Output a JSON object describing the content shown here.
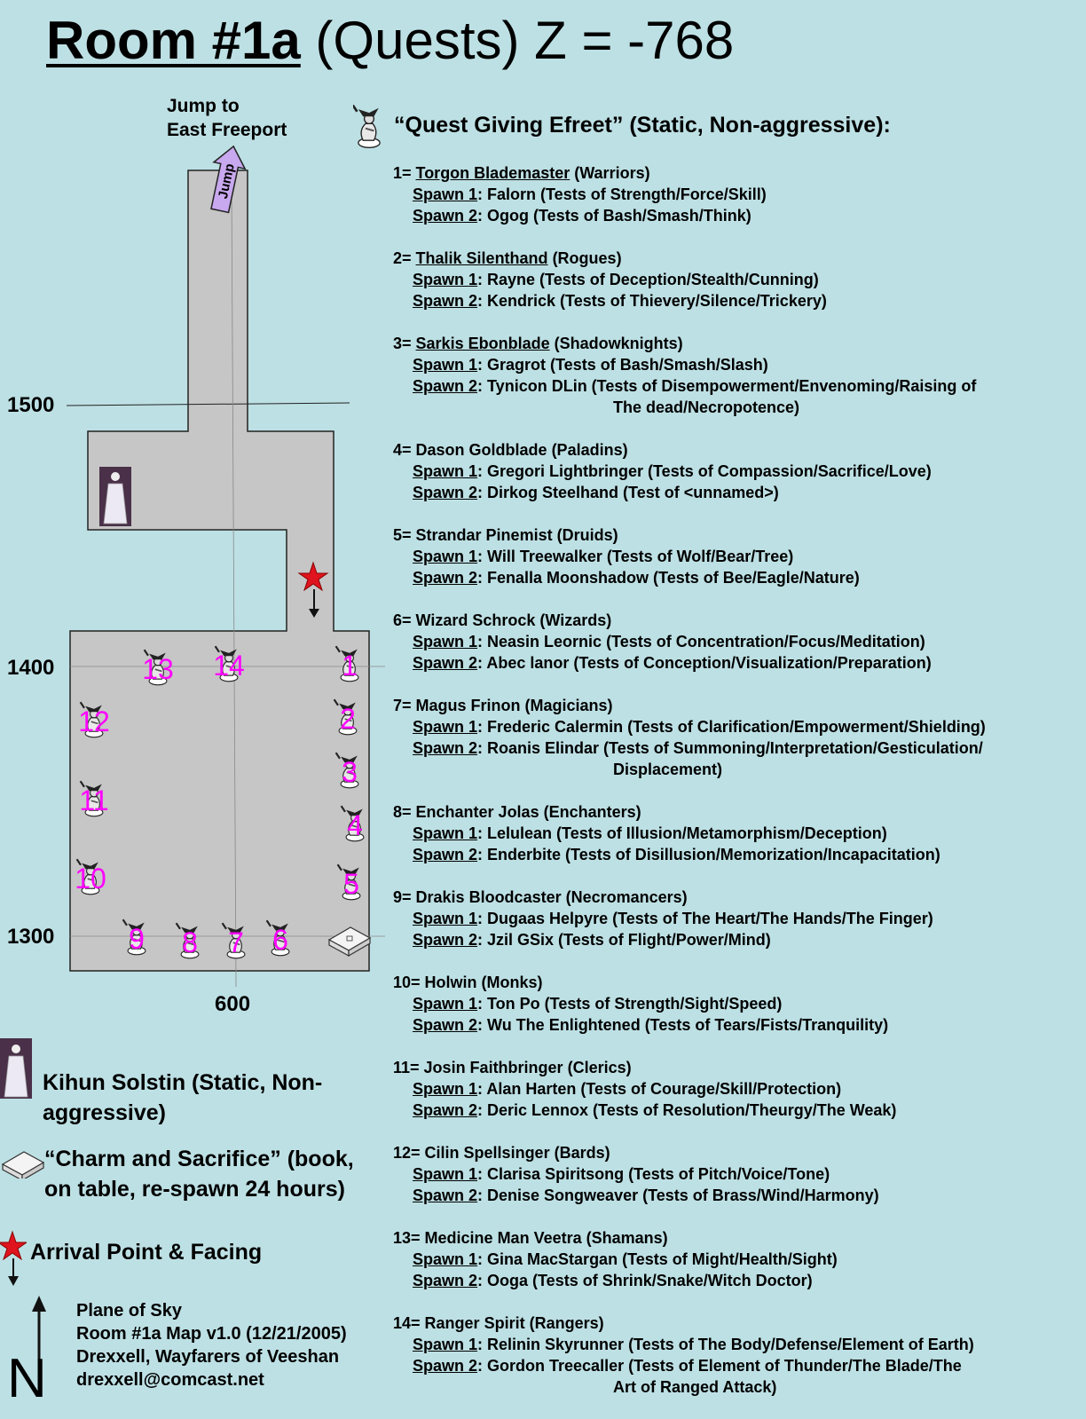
{
  "header": {
    "room": "Room #1a",
    "rest": " (Quests)  Z = -768"
  },
  "jump": {
    "label_line1": "Jump to",
    "label_line2": "East Freeport",
    "arrow_text": "Jump"
  },
  "axes": {
    "y_1500": "1500",
    "y_1400": "1400",
    "y_1300": "1300",
    "x_600": "600"
  },
  "markers": [
    "1",
    "2",
    "3",
    "4",
    "5",
    "6",
    "7",
    "8",
    "9",
    "10",
    "11",
    "12",
    "13",
    "14"
  ],
  "quest_header": "“Quest Giving Efreet”  (Static, Non-aggressive):",
  "npcs": [
    {
      "num": "1= ",
      "name": "Torgon Blademaster",
      "underline": true,
      "cls": " (Warriors)",
      "spawns": [
        {
          "label": "Spawn 1",
          "text": ": Falorn (Tests of Strength/Force/Skill)"
        },
        {
          "label": "Spawn 2",
          "text": ": Ogog (Tests of Bash/Smash/Think)"
        }
      ]
    },
    {
      "num": "2= ",
      "name": "Thalik Silenthand",
      "underline": true,
      "cls": " (Rogues)",
      "spawns": [
        {
          "label": "Spawn 1",
          "text": ": Rayne (Tests of Deception/Stealth/Cunning)"
        },
        {
          "label": "Spawn 2",
          "text": ": Kendrick (Tests of Thievery/Silence/Trickery)"
        }
      ]
    },
    {
      "num": "3= ",
      "name": "Sarkis Ebonblade",
      "underline": true,
      "cls": " (Shadowknights)",
      "spawns": [
        {
          "label": "Spawn 1",
          "text": ": Gragrot (Tests of Bash/Smash/Slash)"
        },
        {
          "label": "Spawn 2",
          "text": ": Tynicon DLin (Tests of Disempowerment/Envenoming/Raising of",
          "cont": "The dead/Necropotence)"
        }
      ]
    },
    {
      "num": "4= ",
      "name": "Dason Goldblade",
      "underline": false,
      "cls": " (Paladins)",
      "spawns": [
        {
          "label": "Spawn 1",
          "text": ": Gregori Lightbringer (Tests of Compassion/Sacrifice/Love)"
        },
        {
          "label": "Spawn 2",
          "text": ": Dirkog Steelhand (Test of <unnamed>)"
        }
      ]
    },
    {
      "num": " 5= ",
      "name": "Strandar Pinemist",
      "underline": false,
      "cls": " (Druids)",
      "spawns": [
        {
          "label": "Spawn 1",
          "text": ": Will Treewalker (Tests of Wolf/Bear/Tree)"
        },
        {
          "label": "Spawn 2",
          "text": ": Fenalla Moonshadow (Tests of Bee/Eagle/Nature)"
        }
      ]
    },
    {
      "num": "6= ",
      "name": "Wizard Schrock",
      "underline": false,
      "cls": " (Wizards)",
      "spawns": [
        {
          "label": "Spawn 1",
          "text": ": Neasin Leornic (Tests of Concentration/Focus/Meditation)"
        },
        {
          "label": "Spawn 2",
          "text": ": Abec lanor (Tests of Conception/Visualization/Preparation)"
        }
      ]
    },
    {
      "num": "7= ",
      "name": "Magus Frinon",
      "underline": false,
      "cls": " (Magicians)",
      "spawns": [
        {
          "label": "Spawn 1",
          "text": ": Frederic Calermin (Tests of Clarification/Empowerment/Shielding)"
        },
        {
          "label": "Spawn 2",
          "text": ": Roanis Elindar (Tests of Summoning/Interpretation/Gesticulation/",
          "cont": "Displacement)"
        }
      ]
    },
    {
      "num": "8= ",
      "name": "Enchanter Jolas",
      "underline": false,
      "cls": " (Enchanters)",
      "spawns": [
        {
          "label": "Spawn 1",
          "text": ": Lelulean (Tests of Illusion/Metamorphism/Deception)"
        },
        {
          "label": "Spawn 2",
          "text": ": Enderbite (Tests of Disillusion/Memorization/Incapacitation)"
        }
      ]
    },
    {
      "num": "9= ",
      "name": "Drakis Bloodcaster",
      "underline": false,
      "cls": " (Necromancers)",
      "spawns": [
        {
          "label": "Spawn 1",
          "text": ": Dugaas Helpyre (Tests of The Heart/The Hands/The Finger)"
        },
        {
          "label": "Spawn 2",
          "text": ": Jzil GSix (Tests of Flight/Power/Mind)"
        }
      ]
    },
    {
      "num": "10= ",
      "name": "Holwin",
      "underline": false,
      "cls": " (Monks)",
      "spawns": [
        {
          "label": "Spawn 1",
          "text": ": Ton Po (Tests of Strength/Sight/Speed)"
        },
        {
          "label": "Spawn 2",
          "text": ": Wu The Enlightened (Tests of Tears/Fists/Tranquility)"
        }
      ]
    },
    {
      "num": "11= ",
      "name": "Josin Faithbringer",
      "underline": false,
      "cls": " (Clerics)",
      "spawns": [
        {
          "label": "Spawn 1",
          "text": ": Alan Harten (Tests of Courage/Skill/Protection)"
        },
        {
          "label": "Spawn 2",
          "text": ": Deric Lennox (Tests of Resolution/Theurgy/The Weak)"
        }
      ]
    },
    {
      "num": "12= ",
      "name": "Cilin Spellsinger",
      "underline": false,
      "cls": " (Bards)",
      "spawns": [
        {
          "label": "Spawn 1",
          "text": ": Clarisa Spiritsong (Tests of Pitch/Voice/Tone)"
        },
        {
          "label": "Spawn 2",
          "text": ": Denise Songweaver (Tests of Brass/Wind/Harmony)"
        }
      ]
    },
    {
      "num": "13= ",
      "name": "Medicine Man Veetra",
      "underline": false,
      "cls": " (Shamans)",
      "spawns": [
        {
          "label": "Spawn 1",
          "text": ": Gina MacStargan (Tests of Might/Health/Sight)"
        },
        {
          "label": "Spawn 2",
          "text": ": Ooga (Tests of Shrink/Snake/Witch Doctor)"
        }
      ]
    },
    {
      "num": "14= ",
      "name": "Ranger Spirit",
      "underline": false,
      "cls": " (Rangers)",
      "spawns": [
        {
          "label": "Spawn 1",
          "text": ": Relinin Skyrunner (Tests of The Body/Defense/Element of Earth)"
        },
        {
          "label": "Spawn 2",
          "text": ": Gordon Treecaller (Tests of  Element of Thunder/The Blade/The",
          "cont": "Art of Ranged Attack)"
        }
      ]
    }
  ],
  "legend": {
    "kihun": "Kihun Solstin (Static, Non-aggressive)",
    "book": "“Charm and Sacrifice” (book, on table, re-spawn 24 hours)",
    "arrival": "Arrival Point & Facing"
  },
  "credits": {
    "line1": "Plane of Sky",
    "line2": "Room #1a Map v1.0 (12/21/2005)",
    "line3": "Drexxell, Wayfarers of Veeshan",
    "line4": "drexxell@comcast.net"
  },
  "compass_letter": "N",
  "icons": [
    "efreet-icon",
    "kihun-figure-icon",
    "book-icon",
    "star-icon",
    "facing-arrow-icon",
    "compass-arrow-icon"
  ],
  "colors": {
    "background": "#bde0e4",
    "room_fill": "#c6c6c6",
    "marker": "#ff00ff",
    "star": "#e0141e",
    "jump_arrow": "#c8a8ee"
  }
}
